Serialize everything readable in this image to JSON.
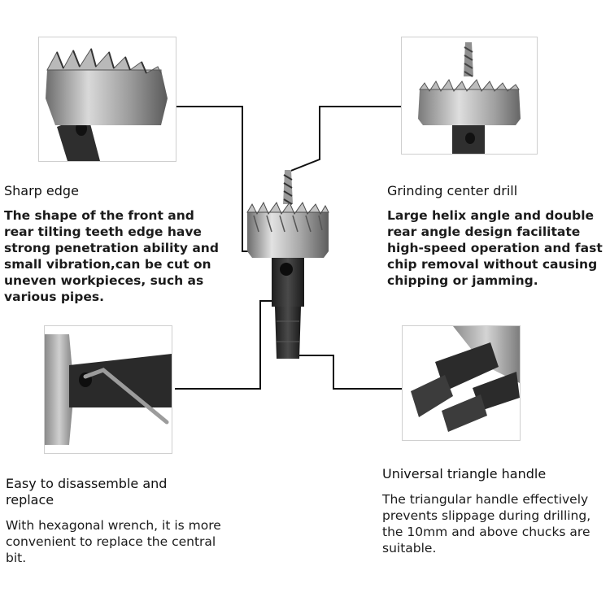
{
  "features": {
    "sharp_edge": {
      "title": "Sharp edge",
      "body": "The shape of the front and rear tilting teeth edge have strong penetration ability and small vibration,can be cut on uneven workpieces, such as various pipes."
    },
    "grinding_drill": {
      "title": "Grinding center drill",
      "body": "Large helix angle and double rear angle design facilitate high-speed operation and fast chip removal without causing chipping or jamming."
    },
    "disassemble": {
      "title": "Easy to disassemble and replace",
      "body": "With hexagonal wrench, it is more convenient to replace the central bit."
    },
    "triangle_handle": {
      "title": "Universal triangle handle",
      "body": "The triangular handle effectively prevents slippage during drilling, the 10mm and above chucks are suitable."
    }
  }
}
